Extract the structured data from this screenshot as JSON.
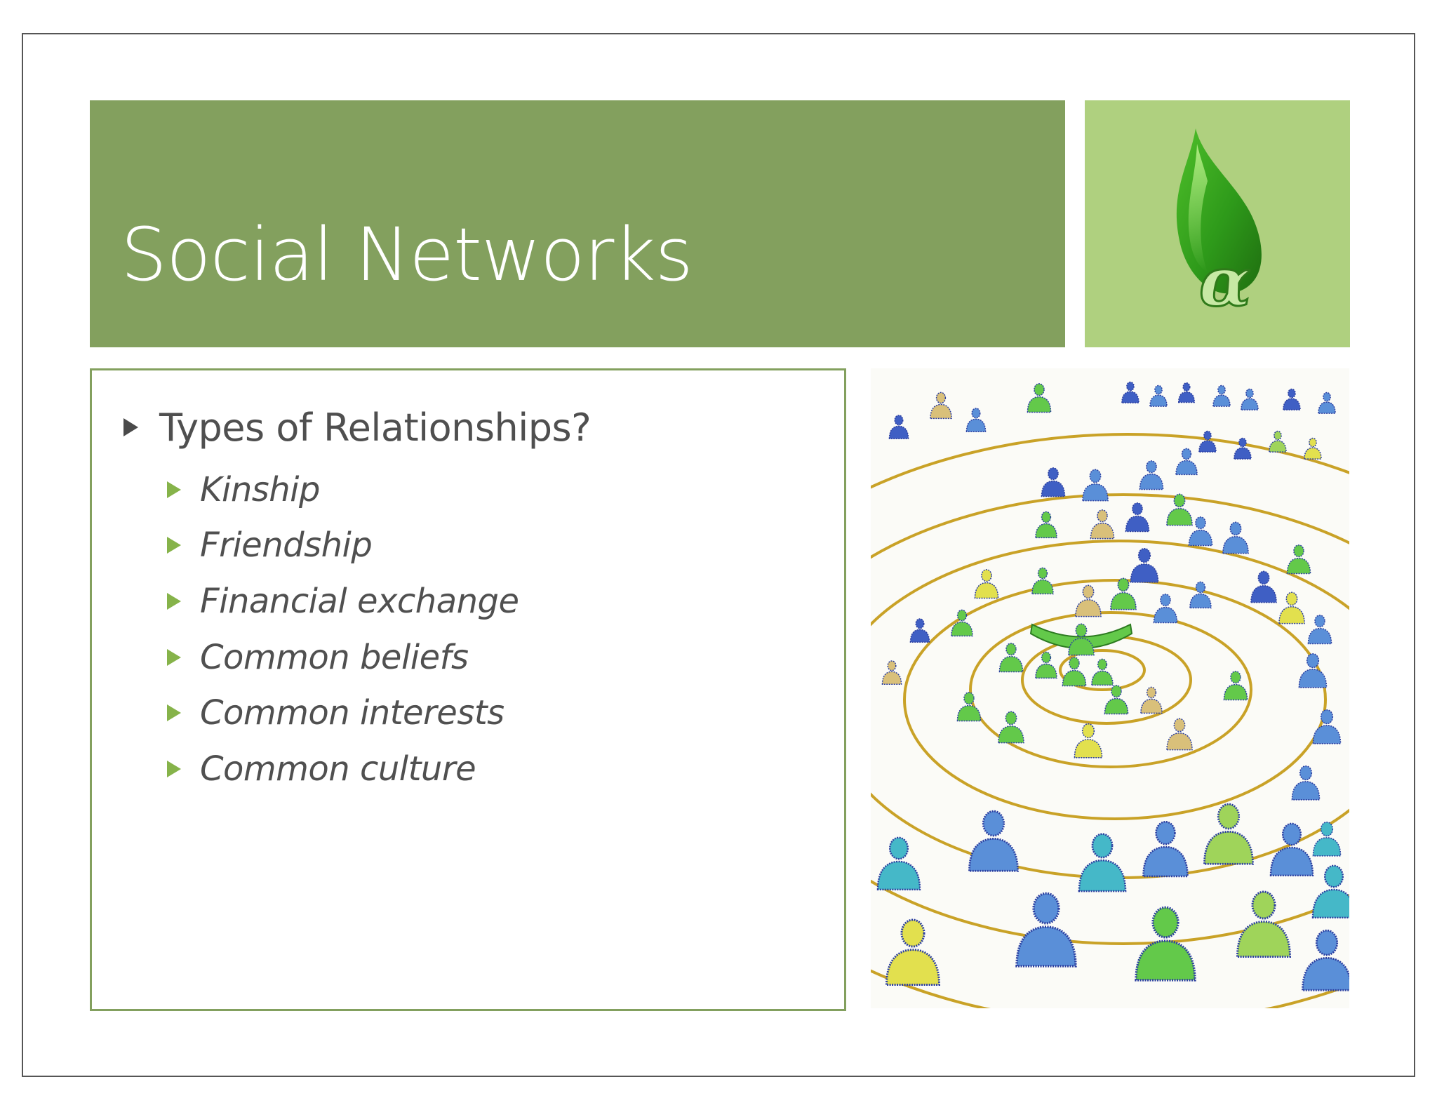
{
  "slide": {
    "title": "Social Networks",
    "bullet": "Types of Relationships?",
    "sub_bullets": [
      "Kinship",
      "Friendship",
      "Financial exchange",
      "Common beliefs",
      "Common interests",
      "Common culture"
    ]
  },
  "logo": {
    "glyph": "α",
    "icon": "green-leaf-alpha-logo-icon"
  },
  "illustration": {
    "icon": "social-network-concentric-people-illustration",
    "colors": {
      "ring": "#c9a227",
      "figures": [
        "#3f5fc4",
        "#5a8fd8",
        "#45b8c8",
        "#63c94a",
        "#9fd45a",
        "#e2e04e",
        "#d9c07a"
      ]
    }
  },
  "colors": {
    "title_band": "#83a05e",
    "logo_box": "#afd07f",
    "content_border": "#83a05e",
    "sub_bullet_marker": "#86b34a"
  }
}
